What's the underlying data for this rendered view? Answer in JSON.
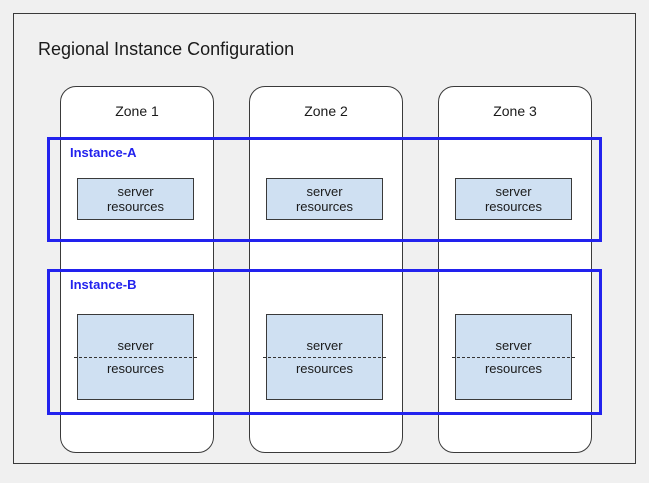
{
  "diagram": {
    "title": "Regional Instance Configuration",
    "colors": {
      "background": "#f0f0f0",
      "frame_border": "#3a3a3a",
      "zone_fill": "#ffffff",
      "resource_fill": "#cfe0f2",
      "instance_accent": "#2222ee",
      "text": "#1a1a1a"
    },
    "zones": [
      {
        "label": "Zone 1"
      },
      {
        "label": "Zone 2"
      },
      {
        "label": "Zone 3"
      }
    ],
    "instances": [
      {
        "label": "Instance-A",
        "resource_boxes": [
          {
            "line_top": "server",
            "line_bottom": "resources",
            "divider": false
          },
          {
            "line_top": "server",
            "line_bottom": "resources",
            "divider": false
          },
          {
            "line_top": "server",
            "line_bottom": "resources",
            "divider": false
          }
        ]
      },
      {
        "label": "Instance-B",
        "resource_boxes": [
          {
            "line_top": "server",
            "line_bottom": "resources",
            "divider": true
          },
          {
            "line_top": "server",
            "line_bottom": "resources",
            "divider": true
          },
          {
            "line_top": "server",
            "line_bottom": "resources",
            "divider": true
          }
        ]
      }
    ]
  }
}
